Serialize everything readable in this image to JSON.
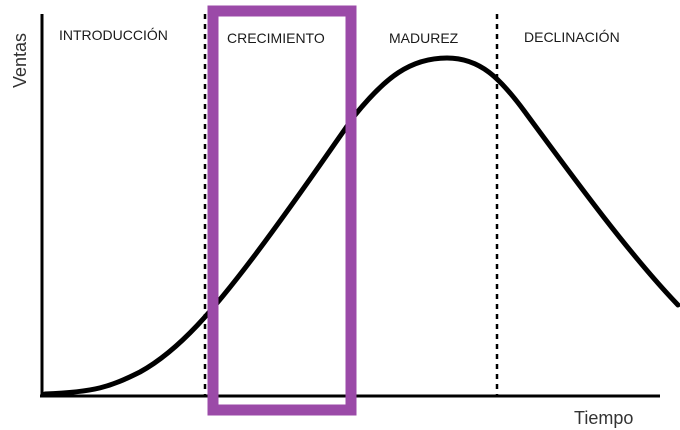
{
  "axes": {
    "y_label": "Ventas",
    "x_label": "Tiempo"
  },
  "stages": [
    {
      "label": "INTRODUCCIÓN"
    },
    {
      "label": "CRECIMIENTO"
    },
    {
      "label": "MADUREZ"
    },
    {
      "label": "DECLINACIÓN"
    }
  ],
  "highlight": {
    "stage_index": 1,
    "color": "#9b4aa8"
  },
  "colors": {
    "curve": "#000000",
    "text": "#1a1a1a"
  }
}
